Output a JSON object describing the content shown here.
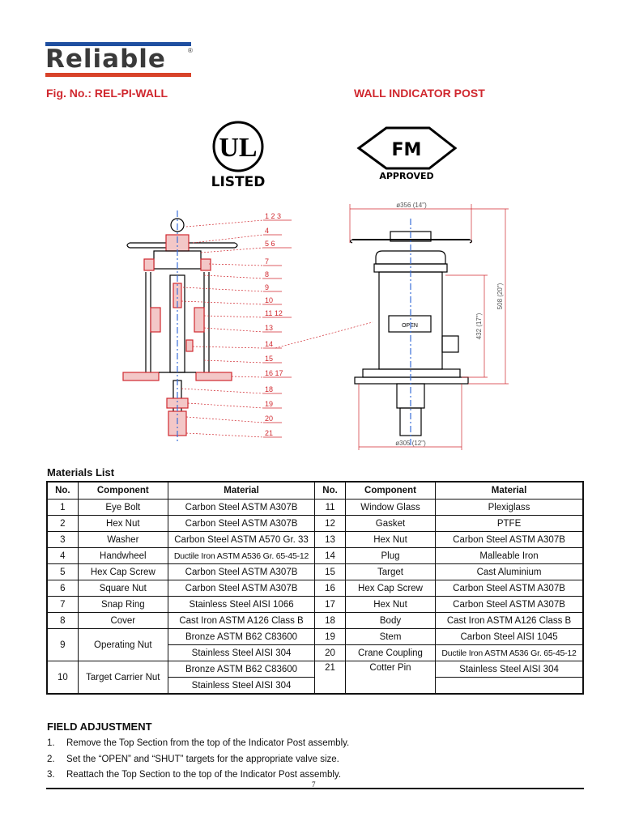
{
  "header": {
    "logo_text": "Reliable",
    "fig_no": "Fig. No.: REL-PI-WALL",
    "title": "WALL INDICATOR POST"
  },
  "badges": {
    "ul_text": "LISTED",
    "fm_text": "FM",
    "fm_sub": "APPROVED"
  },
  "drawing": {
    "callouts": [
      "1 2 3",
      "4",
      "5 6",
      "7",
      "8",
      "9",
      "10",
      "11 12",
      "13",
      "14",
      "15",
      "16 17",
      "18",
      "19",
      "20",
      "21"
    ],
    "dim_top": "ø356 (14\")",
    "dim_bottom": "ø305 (12\")",
    "dim_h1": "432 (17\")",
    "dim_h2": "508 (20\")",
    "window_text": "OPEN"
  },
  "materials": {
    "caption": "Materials List",
    "headers": [
      "No.",
      "Component",
      "Material",
      "No.",
      "Component",
      "Material"
    ],
    "left": [
      {
        "no": "1",
        "comp": "Eye Bolt",
        "mat": "Carbon Steel ASTM A307B"
      },
      {
        "no": "2",
        "comp": "Hex Nut",
        "mat": "Carbon Steel ASTM A307B"
      },
      {
        "no": "3",
        "comp": "Washer",
        "mat": "Carbon Steel ASTM A570 Gr. 33"
      },
      {
        "no": "4",
        "comp": "Handwheel",
        "mat": "Ductile Iron ASTM A536 Gr. 65-45-12"
      },
      {
        "no": "5",
        "comp": "Hex Cap Screw",
        "mat": "Carbon Steel ASTM A307B"
      },
      {
        "no": "6",
        "comp": "Square Nut",
        "mat": "Carbon Steel ASTM A307B"
      },
      {
        "no": "7",
        "comp": "Snap Ring",
        "mat": "Stainless Steel AISI 1066"
      },
      {
        "no": "8",
        "comp": "Cover",
        "mat": "Cast Iron ASTM A126 Class B"
      },
      {
        "no": "9",
        "comp": "Operating Nut",
        "mat": "Bronze ASTM B62 C83600",
        "mat2": "Stainless Steel AISI 304"
      },
      {
        "no": "10",
        "comp": "Target Carrier Nut",
        "mat": "Bronze ASTM B62 C83600",
        "mat2": "Stainless Steel AISI 304"
      }
    ],
    "right": [
      {
        "no": "11",
        "comp": "Window Glass",
        "mat": "Plexiglass"
      },
      {
        "no": "12",
        "comp": "Gasket",
        "mat": "PTFE"
      },
      {
        "no": "13",
        "comp": "Hex Nut",
        "mat": "Carbon Steel ASTM A307B"
      },
      {
        "no": "14",
        "comp": "Plug",
        "mat": "Malleable Iron"
      },
      {
        "no": "15",
        "comp": "Target",
        "mat": "Cast Aluminium"
      },
      {
        "no": "16",
        "comp": "Hex Cap Screw",
        "mat": "Carbon Steel ASTM A307B"
      },
      {
        "no": "17",
        "comp": "Hex Nut",
        "mat": "Carbon Steel ASTM A307B"
      },
      {
        "no": "18",
        "comp": "Body",
        "mat": "Cast Iron ASTM A126 Class B"
      },
      {
        "no": "19",
        "comp": "Stem",
        "mat": "Carbon Steel AISI 1045"
      },
      {
        "no": "20",
        "comp": "Crane Coupling",
        "mat": "Ductile Iron ASTM A536 Gr. 65-45-12"
      },
      {
        "no": "21",
        "comp": "Cotter Pin",
        "mat": "Stainless Steel AISI 304"
      }
    ]
  },
  "field_adjustment": {
    "title": "FIELD ADJUSTMENT",
    "steps": [
      {
        "num": "1.",
        "text": "Remove the Top Section from the top of the Indicator Post assembly."
      },
      {
        "num": "2.",
        "text": "Set the “OPEN” and “SHUT” targets for the appropriate valve size."
      },
      {
        "num": "3.",
        "text": "Reattach the Top Section to the top of the Indicator Post assembly."
      }
    ]
  },
  "footer": {
    "page_number": "7"
  },
  "colors": {
    "accent_red": "#d0282f",
    "logo_blue": "#1f4fa0",
    "logo_red": "#d8432a",
    "callout_red": "#d0282f",
    "centerline_blue": "#3a6fd8"
  }
}
